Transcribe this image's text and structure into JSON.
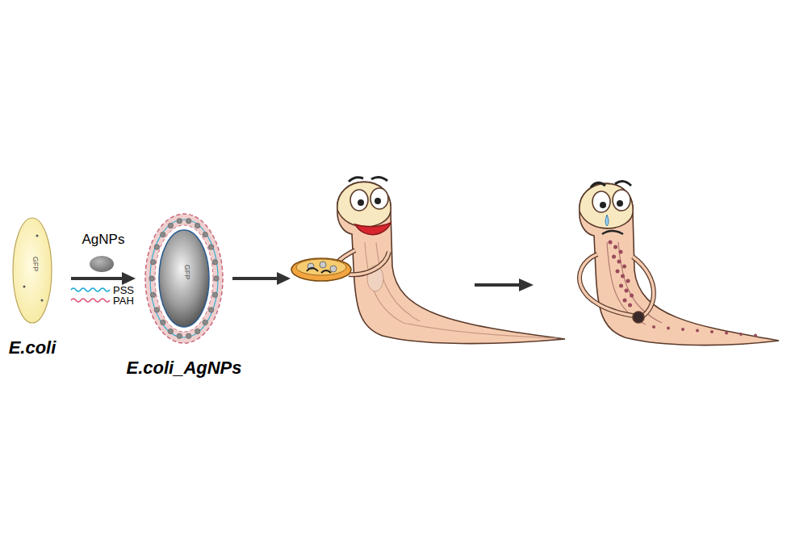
{
  "diagram": {
    "nodes": [
      {
        "text": [
          "GFP",
          "E.coli"
        ]
      },
      {
        "text": [
          "GFP",
          "E.coli_AgNPs"
        ]
      }
    ],
    "edges": [
      {
        "from": 0,
        "to": 1,
        "arrow": "to",
        "label": "AgNPs"
      }
    ],
    "legend": [
      {
        "text": "PSS"
      },
      {
        "text": "PAH"
      }
    ]
  }
}
